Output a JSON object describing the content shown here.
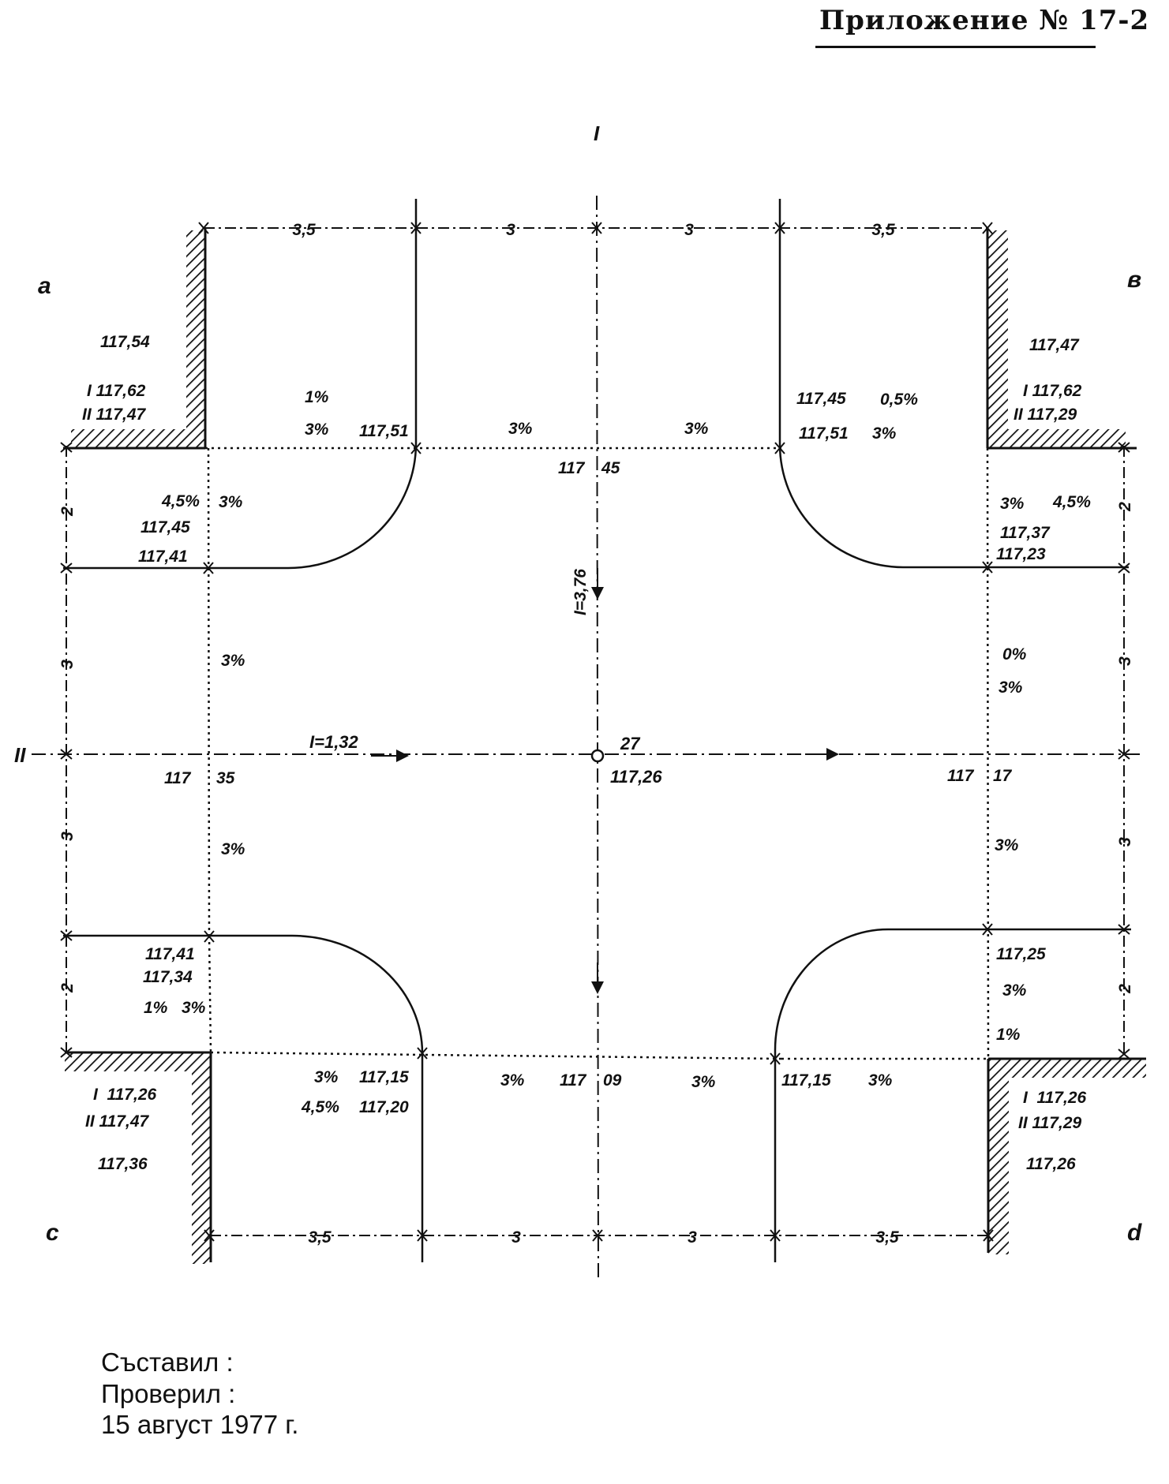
{
  "header": {
    "title": "Приложение № 17-2"
  },
  "axes": {
    "vertical": "I",
    "horizontal": "II"
  },
  "corners": {
    "top_left": "a",
    "top_right": "в",
    "bottom_left": "c",
    "bottom_right": "d"
  },
  "dimensions": {
    "top": [
      "3,5",
      "3",
      "3",
      "3,5"
    ],
    "bottom": [
      "3,5",
      "3",
      "3",
      "3,5"
    ],
    "left": [
      "2",
      "3",
      "3",
      "2"
    ],
    "right": [
      "2",
      "3",
      "3",
      "2"
    ]
  },
  "center": {
    "marker": "27",
    "elevation": "117,26"
  },
  "slopes_axis": {
    "vertical": "I=3,76",
    "horizontal": "I=1,32"
  },
  "labels": {
    "tl_117_54": "117,54",
    "tl_i": "I 117,62",
    "tl_ii": "II 117,47",
    "tl_1pct": "1%",
    "tl_3pct": "3%",
    "tl_117_51": "117,51",
    "tm_3pct_a": "3%",
    "tm_3pct_b": "3%",
    "tm_117": "117",
    "tm_45": "45",
    "tr_117_45": "117,45",
    "tr_05pct": "0,5%",
    "tr_117_51": "117,51",
    "tr_3pct": "3%",
    "tr_117_47": "117,47",
    "tr_i": "I 117,62",
    "tr_ii": "II 117,29",
    "lu_45pct": "4,5%",
    "lu_3pct": "3%",
    "lu_117_45": "117,45",
    "lu_117_41": "117,41",
    "ru_3pct": "3%",
    "ru_45pct": "4,5%",
    "ru_117_37": "117,37",
    "ru_117_23": "117,23",
    "l_3pct_a": "3%",
    "r_0pct": "0%",
    "r_3pct_a": "3%",
    "ml_117": "117",
    "ml_35": "35",
    "mr_117": "117",
    "mr_17": "17",
    "l_3pct_b": "3%",
    "r_3pct_b": "3%",
    "ll_117_41": "117,41",
    "ll_117_34": "117,34",
    "ll_1pct": "1%",
    "ll_3pct": "3%",
    "rl_117_25": "117,25",
    "rl_3pct": "3%",
    "rl_1pct": "1%",
    "bl_3pct": "3%",
    "bl_117_15": "117,15",
    "bl_45pct": "4,5%",
    "bl_117_20": "117,20",
    "bm_3pct_a": "3%",
    "bm_117": "117",
    "bm_09": "09",
    "bm_3pct_b": "3%",
    "br_117_15": "117,15",
    "br_3pct": "3%",
    "bl_i": "I  117,26",
    "bl_ii": "II 117,47",
    "bl_117_36": "117,36",
    "br_i": "I  117,26",
    "br_ii": "II 117,29",
    "br_117_26": "117,26"
  },
  "footer": {
    "compiled": "Съставил :",
    "checked": "Проверил :",
    "date": "15 август 1977 г."
  }
}
